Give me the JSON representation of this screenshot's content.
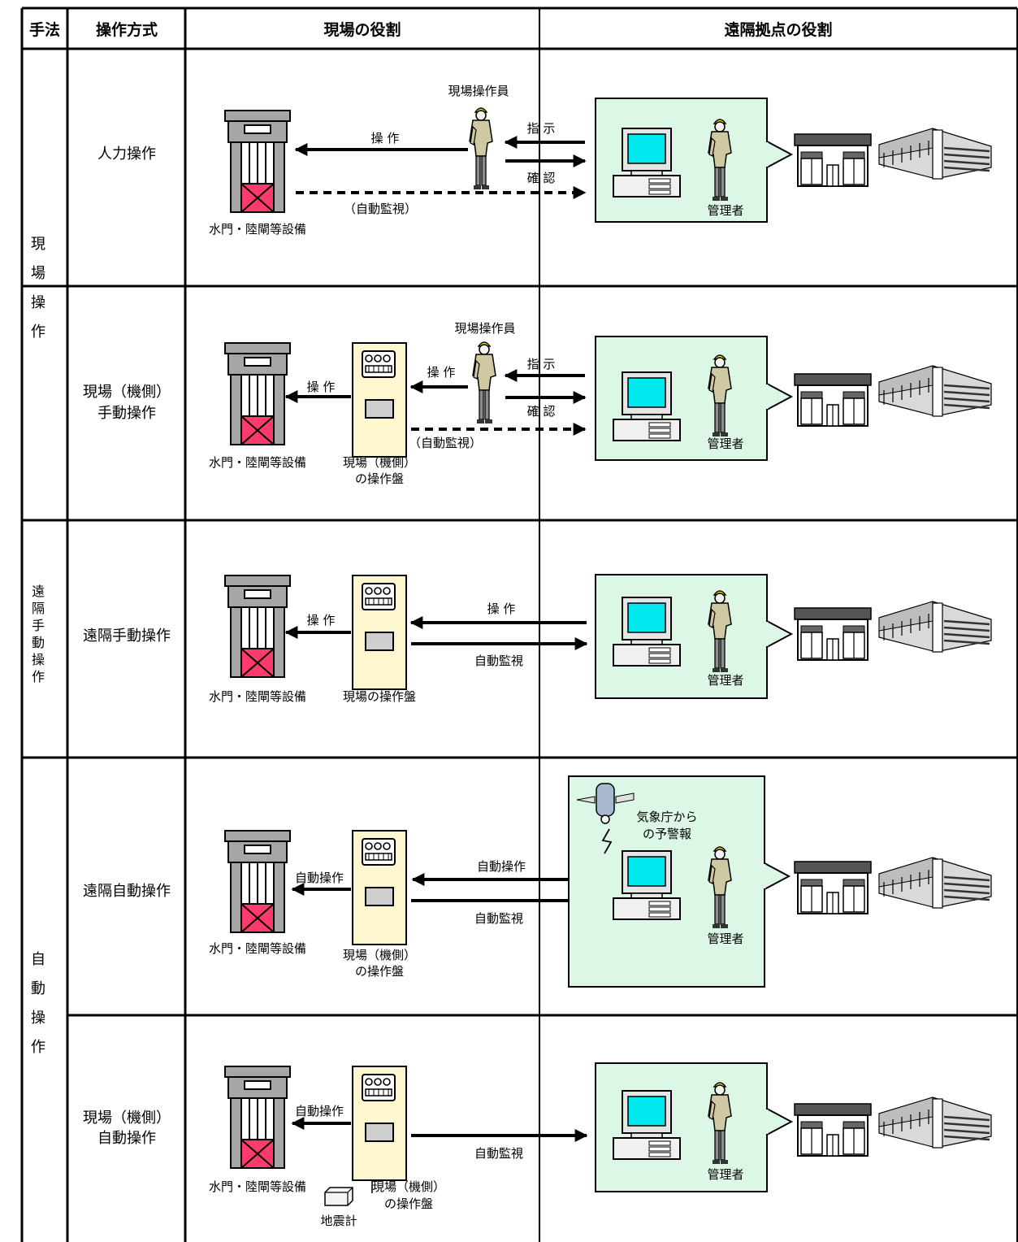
{
  "header": {
    "method": "手法",
    "operation_type": "操作方式",
    "site_role": "現場の役割",
    "remote_role": "遠隔拠点の役割"
  },
  "methods": [
    {
      "id": "site",
      "label": "現場操作"
    },
    {
      "id": "remote",
      "label": "遠隔手動操作"
    },
    {
      "id": "auto",
      "label": "自動操作"
    }
  ],
  "rows": [
    {
      "lines": [
        "人力操作"
      ],
      "gate": "水門・陸閘等設備",
      "worker": "現場操作員",
      "panel": [],
      "op": "操 作",
      "instr": "指 示",
      "confirm": "確 認",
      "monitor": "（自動監視）",
      "manager": "管理者"
    },
    {
      "lines": [
        "現場（機側）",
        "手動操作"
      ],
      "gate": "水門・陸閘等設備",
      "worker": "現場操作員",
      "panel": [
        "現場（機側）",
        "の操作盤"
      ],
      "op": "操 作",
      "instr": "指 示",
      "confirm": "確 認",
      "monitor": "（自動監視）",
      "manager": "管理者"
    },
    {
      "lines": [
        "遠隔手動操作"
      ],
      "gate": "水門・陸閘等設備",
      "panel": [
        "現場の操作盤"
      ],
      "op": "操 作",
      "remote_op": "操 作",
      "monitor": "自動監視",
      "manager": "管理者"
    },
    {
      "lines": [
        "遠隔自動操作"
      ],
      "gate": "水門・陸閘等設備",
      "panel": [
        "現場（機側）",
        "の操作盤"
      ],
      "op": "自動操作",
      "remote_op": "自動操作",
      "monitor": "自動監視",
      "manager": "管理者",
      "forecast": [
        "気象庁から",
        "の予警報"
      ]
    },
    {
      "lines": [
        "現場（機側）",
        "自動操作"
      ],
      "gate": "水門・陸閘等設備",
      "panel": [
        "現場（機側）",
        "の操作盤"
      ],
      "op": "自動操作",
      "monitor": "自動監視",
      "manager": "管理者",
      "seismometer": "地震計"
    }
  ],
  "colors": {
    "line": "#000000",
    "gate_gray": "#a6a6a6",
    "gate_red": "#ff3b6b",
    "panel_fill": "#fdf6cf",
    "remote_box_fill": "#ddf7e6",
    "screen_cyan": "#00e8ee",
    "worker_khaki": "#cfc9a3",
    "helmet_yellow": "#ffe400"
  }
}
